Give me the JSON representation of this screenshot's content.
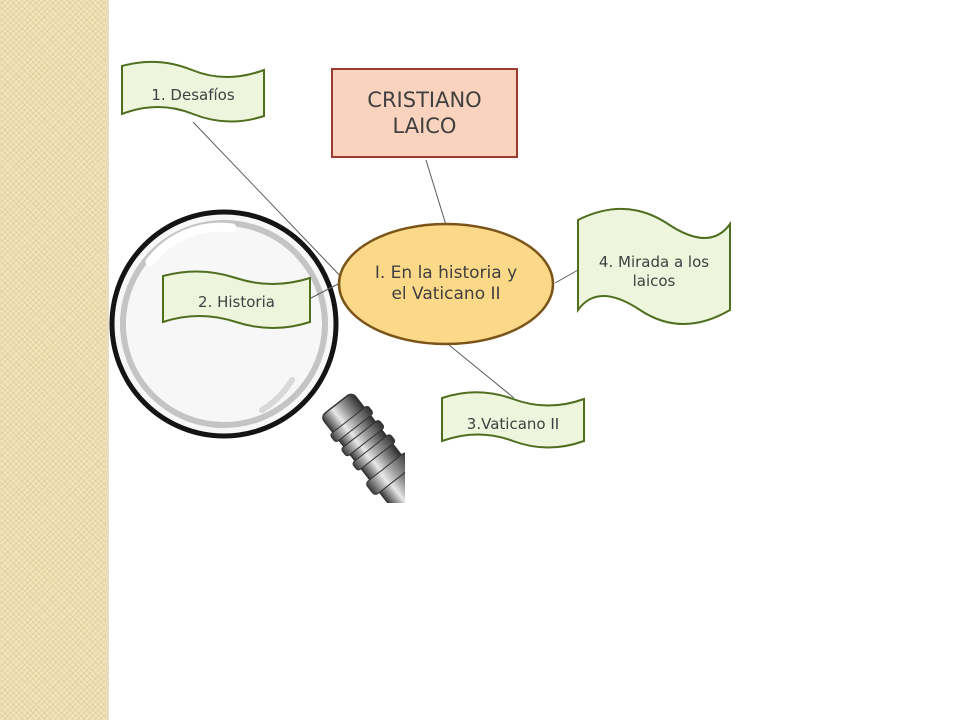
{
  "title": "CRISTIANO LAICO",
  "center": "I. En la historia y el Vaticano II",
  "nodes": {
    "n1": "1. Desafíos",
    "n2": "2. Historia",
    "n3": "3.Vaticano II",
    "n4": "4. Mirada a los laicos"
  },
  "icons": [
    "magnifying-glass-icon"
  ],
  "colors": {
    "title_fill": "#f9d3bd",
    "title_border": "#9b3b2f",
    "center_fill": "#fbd988",
    "center_border": "#7a5418",
    "node_fill": "#eef5dd",
    "node_border": "#4f6f1f"
  }
}
